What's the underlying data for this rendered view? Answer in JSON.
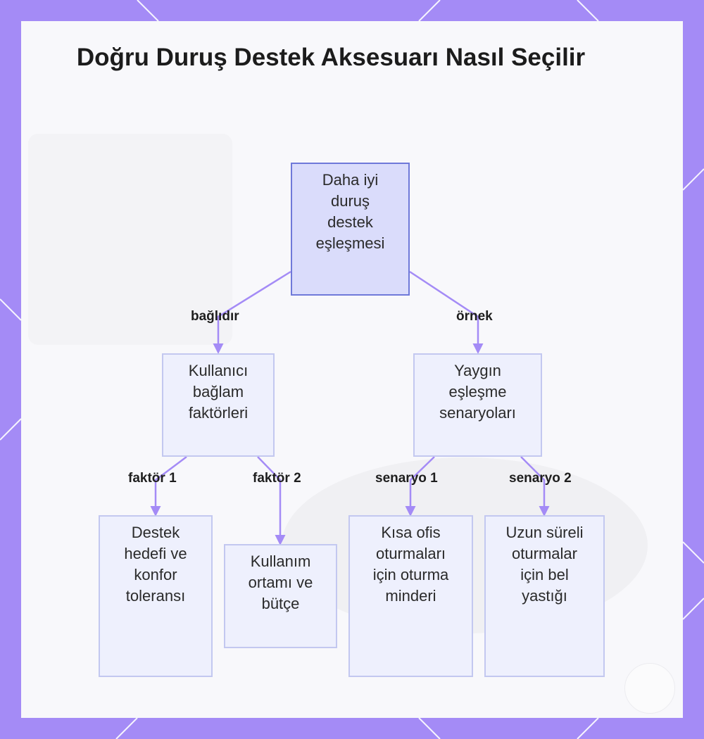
{
  "title": "Doğru Duruş Destek Aksesuarı Nasıl Seçilir",
  "colors": {
    "frame": "#a48bf6",
    "card": "#f8f8fb",
    "node_fill": "#eef0fd",
    "node_border": "#c3c8f0",
    "root_fill": "#dadcfb",
    "root_border": "#6f79d9",
    "edge": "#a48bf6"
  },
  "nodes": {
    "root": "Daha iyi duruş destek eşleşmesi",
    "context": "Kullanıcı bağlam faktörleri",
    "scenarios": "Yaygın eşleşme senaryoları",
    "goal": "Destek hedefi ve konfor toleransı",
    "environment": "Kullanım ortamı ve bütçe",
    "short_sitting": "Kısa ofis oturmaları için oturma minderi",
    "long_sitting": "Uzun süreli oturmalar için bel yastığı"
  },
  "edges": {
    "root_context": "bağlıdır",
    "root_scenarios": "örnek",
    "context_goal": "faktör 1",
    "context_environment": "faktör 2",
    "scenarios_short": "senaryo 1",
    "scenarios_long": "senaryo 2"
  }
}
